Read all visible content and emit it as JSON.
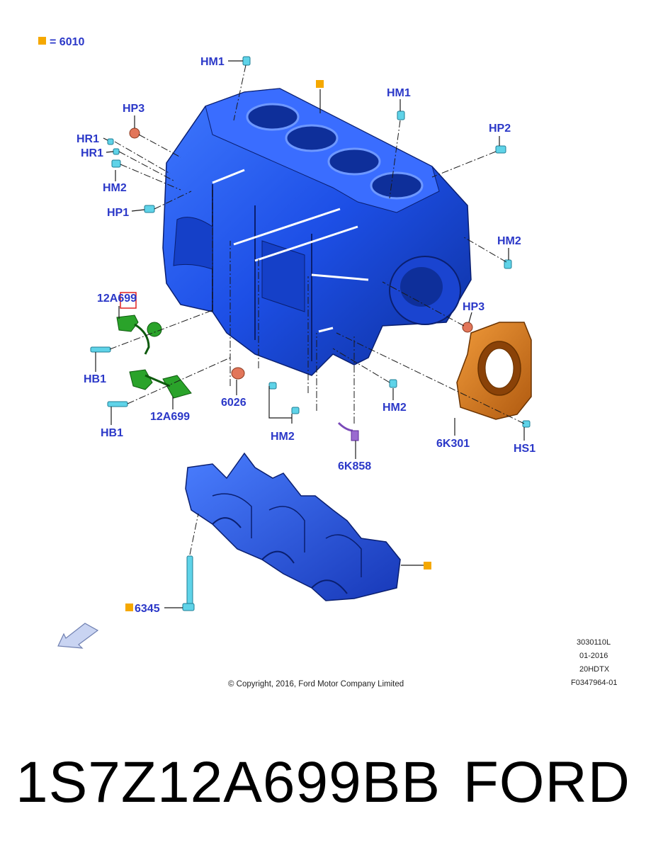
{
  "legend": {
    "marker_color": "#f5a800",
    "text": "= 6010"
  },
  "callouts": {
    "hm1_top": "HM1",
    "hm1_right": "HM1",
    "hp3_top": "HP3",
    "hp2": "HP2",
    "hr1_a": "HR1",
    "hr1_b": "HR1",
    "hm2_left": "HM2",
    "hp1": "HP1",
    "hm2_right": "HM2",
    "part_12a699_top": "12A699",
    "hp3_right": "HP3",
    "hb1_a": "HB1",
    "hb1_b": "HB1",
    "part_12a699_bottom": "12A699",
    "part_6026": "6026",
    "hm2_mid": "HM2",
    "hm2_bottom": "HM2",
    "part_6k301": "6K301",
    "hs1": "HS1",
    "part_6k858": "6K858",
    "part_6345": "6345"
  },
  "meta_block": {
    "line1": "3030110L",
    "line2": "01-2016",
    "line3": "20HDTX",
    "line4": "F0347964-01"
  },
  "copyright": "© Copyright, 2016, Ford Motor Company Limited",
  "footer": {
    "part_number": "1S7Z12A699BB",
    "brand": "FORD"
  },
  "colors": {
    "callout_text": "#2b38c8",
    "engine_block": "#1f4fe0",
    "bolt": "#5fd3e8",
    "plug": "#e2765a",
    "sensor": "#2aa32a",
    "seal": "#d87a1e",
    "sensor_6k858": "#9a6ad0",
    "marker": "#f5a800"
  }
}
